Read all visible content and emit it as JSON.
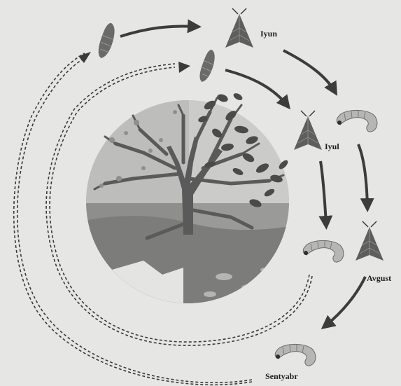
{
  "months": {
    "june": "Iyun",
    "july": "Iyul",
    "august": "Avgust",
    "september": "Sentyabr"
  },
  "colors": {
    "background": "#e6e6e4",
    "arrow": "#3c3c3c",
    "dashed_path": "#3a3a3a",
    "tree_trunk": "#5a5a5a",
    "leaves": "#4a4a4a"
  },
  "icons": [
    "pupa-icon",
    "moth-icon",
    "larva-icon",
    "tree-seasons-circle"
  ]
}
